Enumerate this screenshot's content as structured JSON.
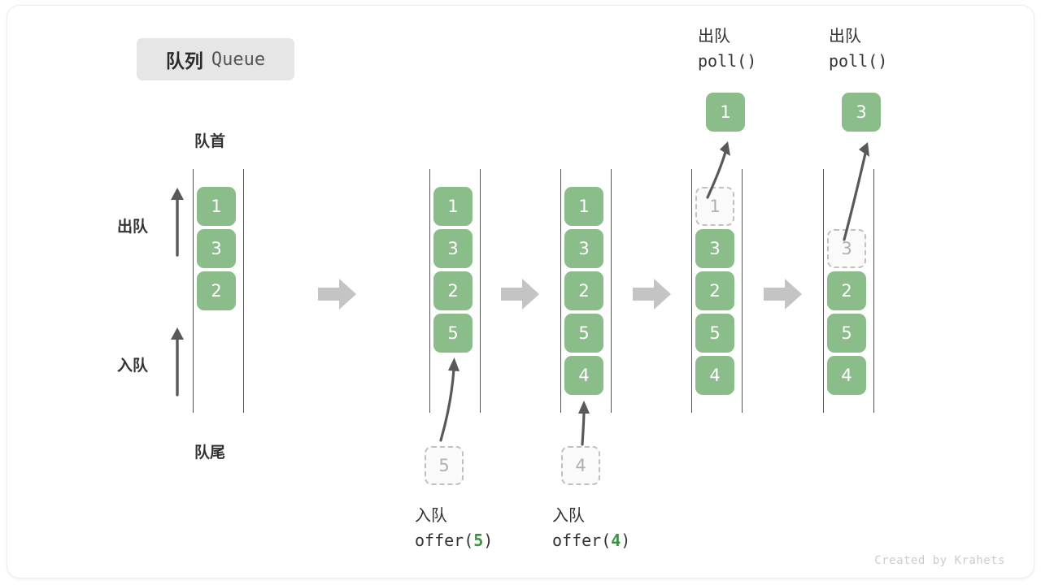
{
  "title": {
    "cn": "队列",
    "en": "Queue"
  },
  "labels": {
    "head": "队首",
    "tail": "队尾",
    "dequeue": "出队",
    "enqueue": "入队"
  },
  "credit": "Created by Krahets",
  "colors": {
    "cell_fill": "#8abd8a",
    "cell_text": "#ffffff",
    "ghost_border": "#c0c0c0",
    "ghost_text": "#b0b0b0",
    "rail": "#555555",
    "arrow": "#595959",
    "step_arrow": "#c4c4c4",
    "badge_bg": "#e6e6e6",
    "accent_green": "#3d9140"
  },
  "steps": [
    {
      "id": "initial",
      "cells": [
        {
          "value": "1",
          "state": "filled"
        },
        {
          "value": "3",
          "state": "filled"
        },
        {
          "value": "2",
          "state": "filled"
        }
      ]
    },
    {
      "id": "after-offer-5",
      "cells": [
        {
          "value": "1",
          "state": "filled"
        },
        {
          "value": "3",
          "state": "filled"
        },
        {
          "value": "2",
          "state": "filled"
        },
        {
          "value": "5",
          "state": "filled"
        }
      ],
      "incoming": {
        "value": "5",
        "state": "ghost"
      },
      "caption": {
        "cn": "入队",
        "fn": "offer(",
        "arg": "5",
        "close": ")"
      }
    },
    {
      "id": "after-offer-4",
      "cells": [
        {
          "value": "1",
          "state": "filled"
        },
        {
          "value": "3",
          "state": "filled"
        },
        {
          "value": "2",
          "state": "filled"
        },
        {
          "value": "5",
          "state": "filled"
        },
        {
          "value": "4",
          "state": "filled"
        }
      ],
      "incoming": {
        "value": "4",
        "state": "ghost"
      },
      "caption": {
        "cn": "入队",
        "fn": "offer(",
        "arg": "4",
        "close": ")"
      }
    },
    {
      "id": "after-poll-1",
      "cells": [
        {
          "value": "1",
          "state": "ghost"
        },
        {
          "value": "3",
          "state": "filled"
        },
        {
          "value": "2",
          "state": "filled"
        },
        {
          "value": "5",
          "state": "filled"
        },
        {
          "value": "4",
          "state": "filled"
        }
      ],
      "popped": {
        "value": "1"
      },
      "caption": {
        "cn": "出队",
        "fn": "poll()"
      }
    },
    {
      "id": "after-poll-3",
      "cells": [
        {
          "value": "",
          "state": "blank"
        },
        {
          "value": "3",
          "state": "ghost"
        },
        {
          "value": "2",
          "state": "filled"
        },
        {
          "value": "5",
          "state": "filled"
        },
        {
          "value": "4",
          "state": "filled"
        }
      ],
      "popped": {
        "value": "3"
      },
      "caption": {
        "cn": "出队",
        "fn": "poll()"
      }
    }
  ]
}
